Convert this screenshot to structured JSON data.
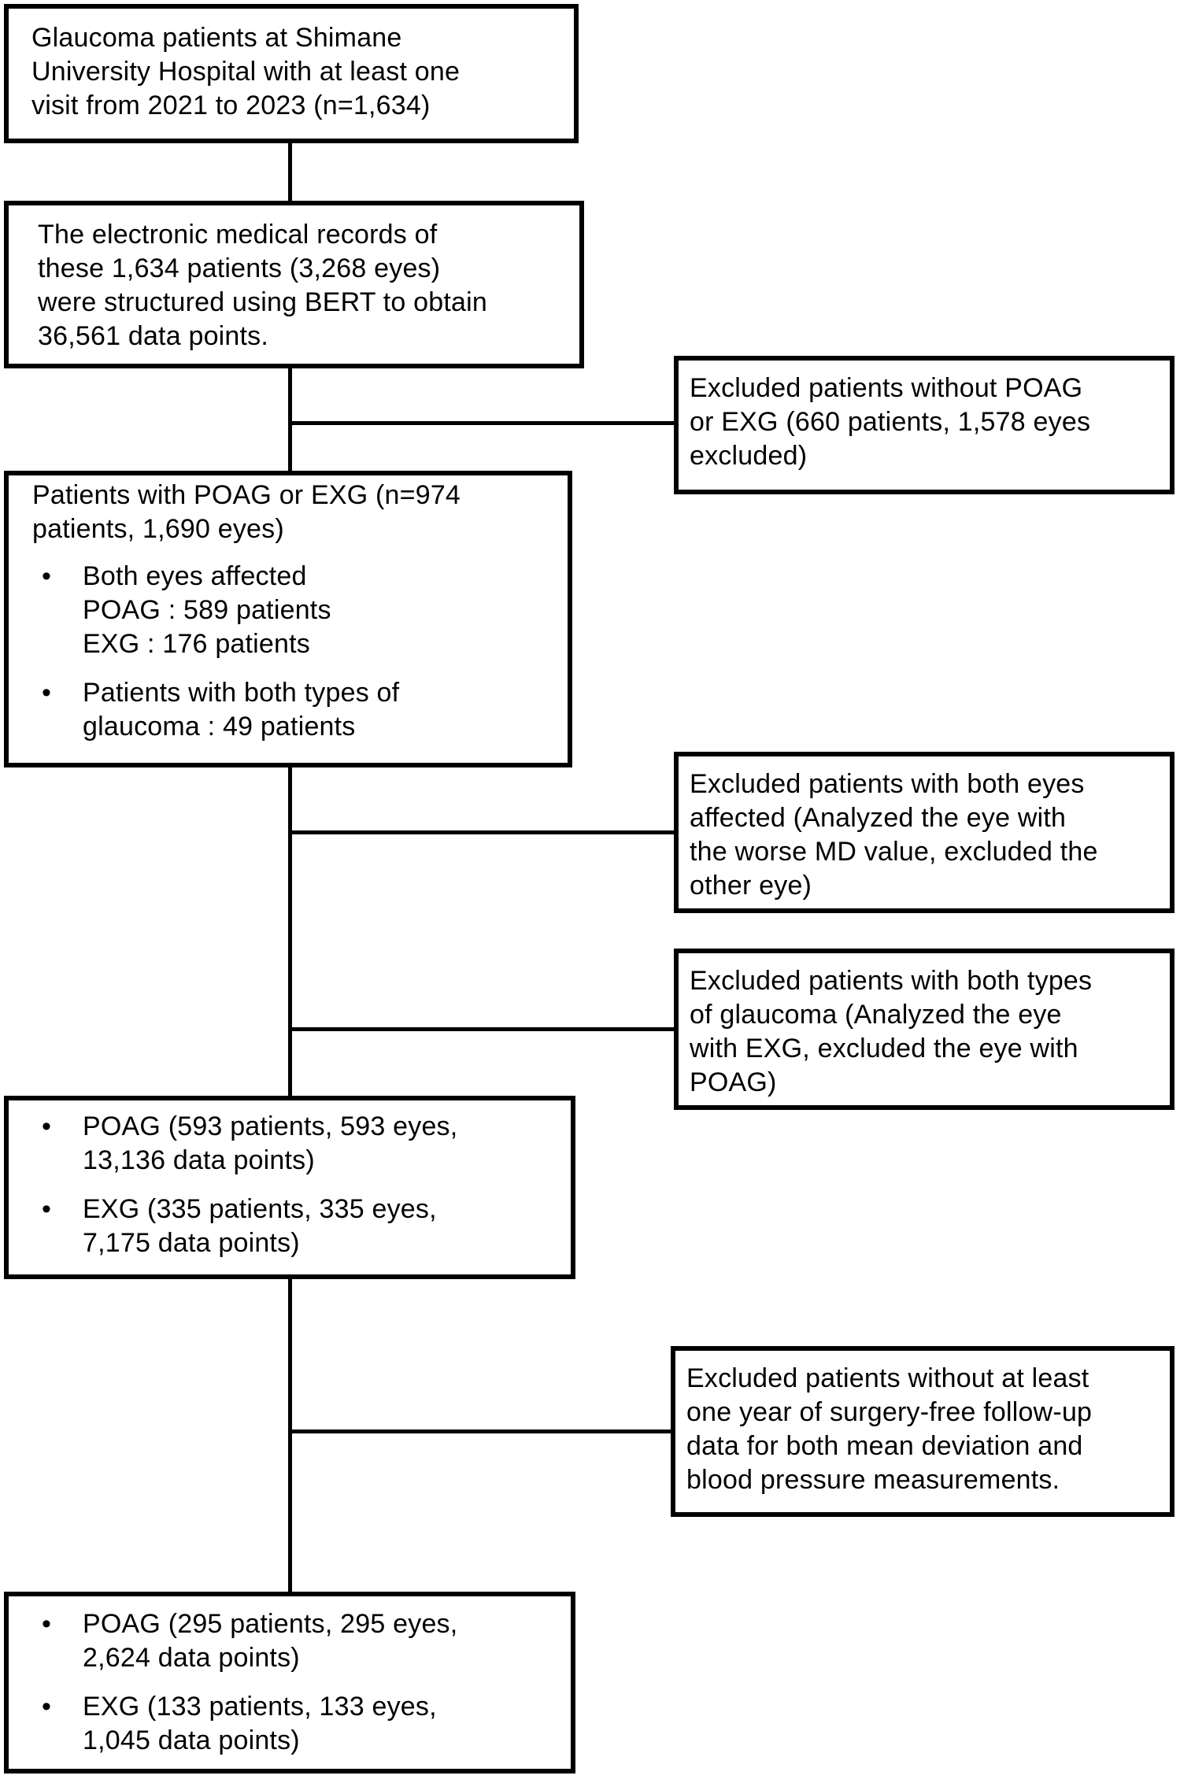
{
  "figure": {
    "background_color": "#ffffff",
    "line_color": "#000000",
    "bullet_marker": "•",
    "boxes": {
      "box1": {
        "text": "Glaucoma patients at Shimane\nUniversity Hospital with at least one\nvisit from 2021 to 2023 (n=1,634)"
      },
      "box2": {
        "text": "The electronic medical records of\nthese 1,634 patients (3,268 eyes)\nwere structured using BERT to obtain\n36,561 data points."
      },
      "box3": {
        "title": "Patients with POAG or EXG (n=974\npatients, 1,690 eyes)",
        "bullet1": "Both eyes affected\nPOAG : 589 patients\nEXG : 176 patients",
        "bullet2": "Patients with both types of\nglaucoma : 49 patients"
      },
      "box4": {
        "bullet1": "POAG (593 patients, 593 eyes,\n13,136 data points)",
        "bullet2": "EXG (335 patients, 335 eyes,\n7,175 data points)"
      },
      "box5": {
        "bullet1": "POAG (295 patients, 295 eyes,\n2,624 data points)",
        "bullet2": "EXG (133 patients, 133 eyes,\n1,045 data points)"
      },
      "excluded1": {
        "text": "Excluded patients without POAG\nor EXG (660 patients, 1,578 eyes\nexcluded)"
      },
      "excluded2": {
        "text": "Excluded patients with both eyes\naffected (Analyzed the eye with\nthe worse MD value, excluded the\nother eye)"
      },
      "excluded3": {
        "text": "Excluded patients with both types\nof glaucoma (Analyzed the eye\nwith EXG, excluded the eye with\nPOAG)"
      },
      "excluded4": {
        "text": "Excluded patients without at least\none year of surgery-free follow-up\ndata for both mean deviation and\nblood pressure measurements."
      }
    }
  }
}
